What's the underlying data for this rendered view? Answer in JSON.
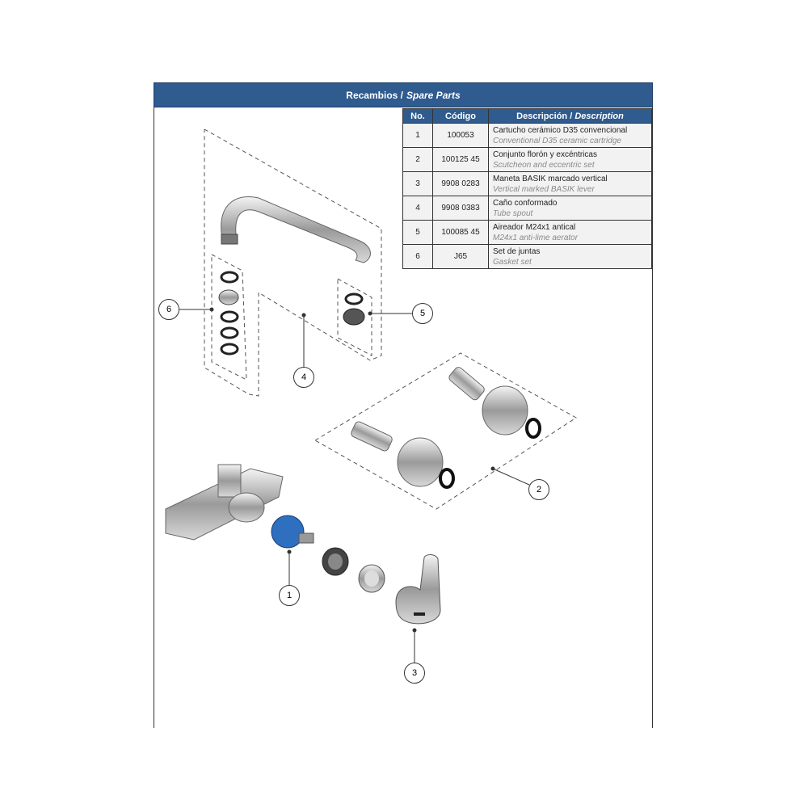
{
  "header": {
    "title_es": "Recambios /",
    "title_en": "Spare Parts"
  },
  "table": {
    "columns": {
      "no": "No.",
      "code": "Código",
      "desc_es": "Descripción /",
      "desc_en": "Description"
    },
    "rows": [
      {
        "no": "1",
        "code": "100053",
        "es": "Cartucho cerámico D35 convencional",
        "en": "Conventional D35 ceramic cartridge"
      },
      {
        "no": "2",
        "code": "100125 45",
        "es": "Conjunto florón y excéntricas",
        "en": "Scutcheon and eccentric set"
      },
      {
        "no": "3",
        "code": "9908 0283",
        "es": "Maneta BASIK marcado vertical",
        "en": "Vertical marked BASIK lever"
      },
      {
        "no": "4",
        "code": "9908 0383",
        "es": "Caño conformado",
        "en": "Tube spout"
      },
      {
        "no": "5",
        "code": "100085 45",
        "es": "Aireador M24x1 antical",
        "en": "M24x1 anti-lime aerator"
      },
      {
        "no": "6",
        "code": "J65",
        "es": "Set de juntas",
        "en": "Gasket set"
      }
    ]
  },
  "callouts": [
    "1",
    "2",
    "3",
    "4",
    "5",
    "6"
  ],
  "colors": {
    "header": "#2f5b8f",
    "cell": "#f2f2f2",
    "cartridge": "#2f6fc0"
  }
}
